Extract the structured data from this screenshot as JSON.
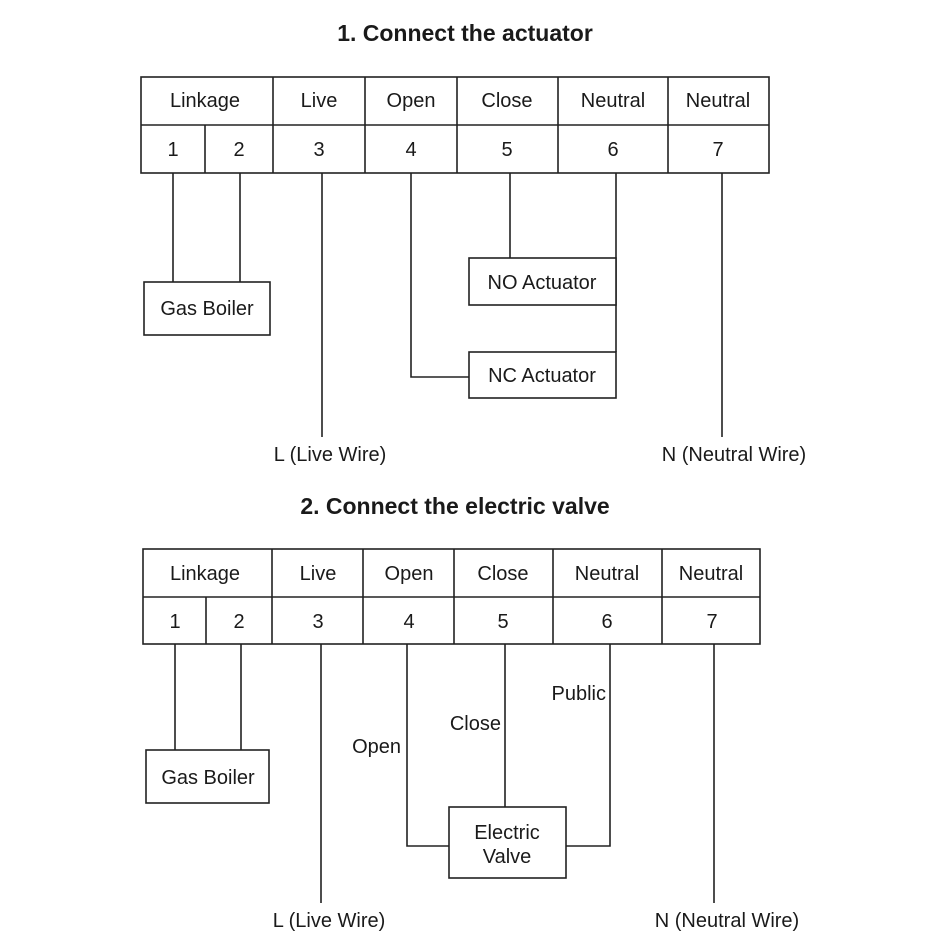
{
  "section1": {
    "title": "1. Connect the actuator",
    "headers": [
      "Linkage",
      "Live",
      "Open",
      "Close",
      "Neutral",
      "Neutral"
    ],
    "terminals": [
      "1",
      "2",
      "3",
      "4",
      "5",
      "6",
      "7"
    ],
    "gas_boiler": "Gas Boiler",
    "no_actuator": "NO Actuator",
    "nc_actuator": "NC Actuator",
    "live_wire": "L (Live Wire)",
    "neutral_wire": "N (Neutral Wire)"
  },
  "section2": {
    "title": "2. Connect the electric valve",
    "headers": [
      "Linkage",
      "Live",
      "Open",
      "Close",
      "Neutral",
      "Neutral"
    ],
    "terminals": [
      "1",
      "2",
      "3",
      "4",
      "5",
      "6",
      "7"
    ],
    "gas_boiler": "Gas Boiler",
    "valve_line1": "Electric",
    "valve_line2": "Valve",
    "open_label": "Open",
    "close_label": "Close",
    "public_label": "Public",
    "live_wire": "L (Live Wire)",
    "neutral_wire": "N (Neutral Wire)"
  }
}
